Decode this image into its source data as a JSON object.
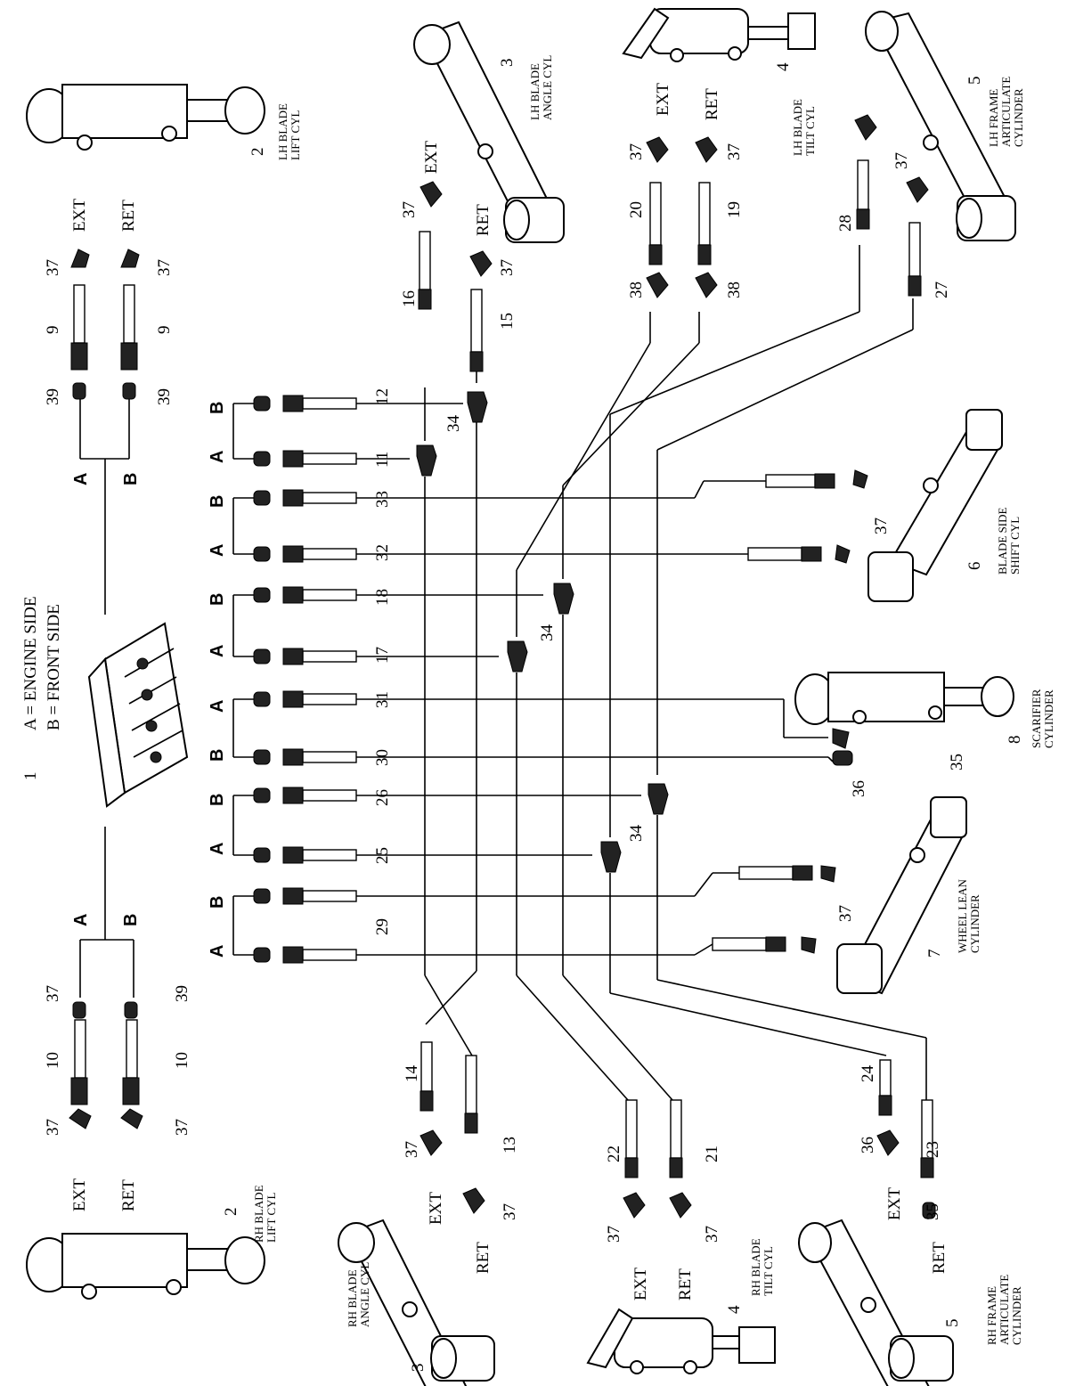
{
  "legend": {
    "item_number": "1",
    "line_a": "A = ENGINE SIDE",
    "line_b": "B = FRONT SIDE"
  },
  "letters": {
    "a": "A",
    "b": "B"
  },
  "port_labels": {
    "ext": "EXT",
    "ret": "RET"
  },
  "callouts": {
    "n2": "2",
    "n3": "3",
    "n4": "4",
    "n5": "5",
    "n6": "6",
    "n7": "7",
    "n8": "8",
    "n9": "9",
    "n10": "10",
    "n11": "11",
    "n12": "12",
    "n13": "13",
    "n14": "14",
    "n15": "15",
    "n16": "16",
    "n17": "17",
    "n18": "18",
    "n19": "19",
    "n20": "20",
    "n21": "21",
    "n22": "22",
    "n23": "23",
    "n24": "24",
    "n25": "25",
    "n26": "26",
    "n27": "27",
    "n28": "28",
    "n29": "29",
    "n30": "30",
    "n31": "31",
    "n32": "32",
    "n33": "33",
    "n34": "34",
    "n35": "35",
    "n36": "36",
    "n37": "37",
    "n38": "38",
    "n39": "39"
  },
  "captions": {
    "lh_blade_lift": [
      "LH BLADE",
      "LIFT CYL"
    ],
    "rh_blade_lift": [
      "RH BLADE",
      "LIFT CYL"
    ],
    "lh_blade_angle": [
      "LH BLADE",
      "ANGLE CYL"
    ],
    "rh_blade_angle": [
      "RH BLADE",
      "ANGLE CYL"
    ],
    "lh_blade_tilt": [
      "LH BLADE",
      "TILT CYL"
    ],
    "rh_blade_tilt": [
      "RH BLADE",
      "TILT CYL"
    ],
    "lh_frame_articulate": [
      "LH FRAME",
      "ARTICULATE",
      "CYLINDER"
    ],
    "rh_frame_articulate": [
      "RH FRAME",
      "ARTICULATE",
      "CYLINDER"
    ],
    "blade_side_shift": [
      "BLADE SIDE",
      "SHIFT CYL"
    ],
    "scarifier": [
      "SCARIFIER",
      "CYLINDER"
    ],
    "wheel_lean": [
      "WHEEL LEAN",
      "CYLINDER"
    ]
  }
}
